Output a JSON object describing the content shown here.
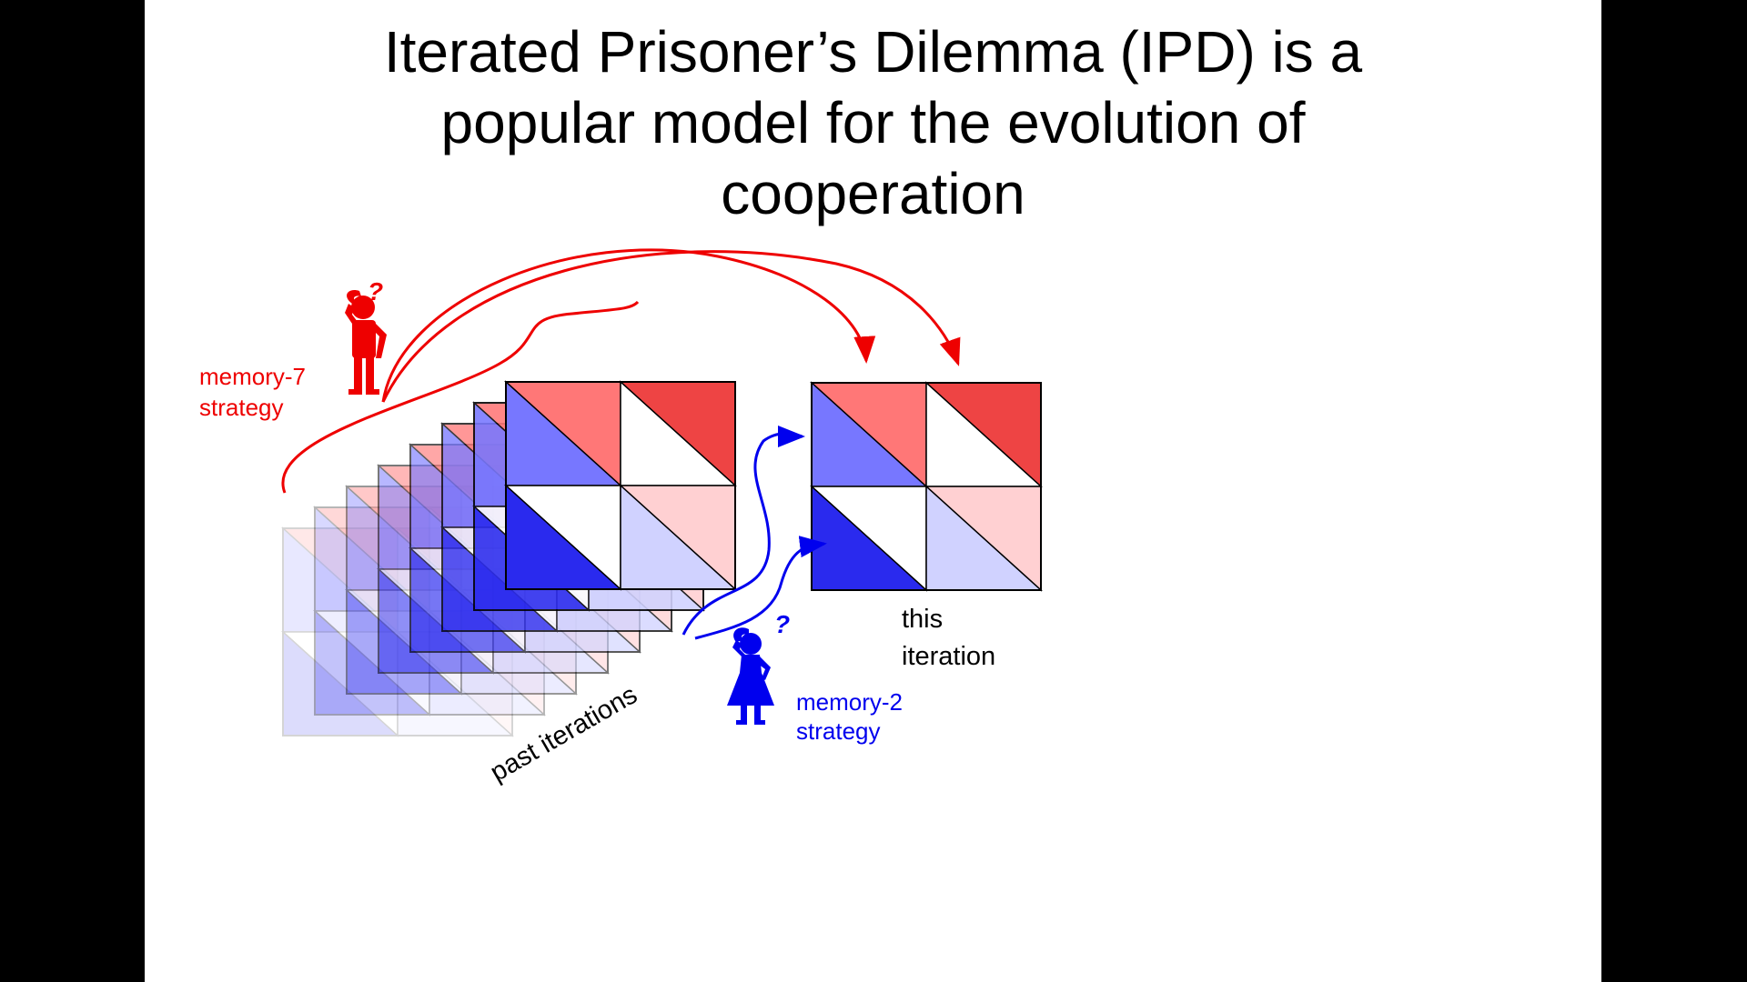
{
  "title": {
    "line1": "Iterated Prisoner’s Dilemma (IPD) is a",
    "line2": "popular model for the evolution of",
    "line3": "cooperation"
  },
  "labels": {
    "memory7_line1": "memory-7",
    "memory7_line2": "strategy",
    "memory2_line1": "memory-2",
    "memory2_line2": "strategy",
    "past_iterations": "past iterations",
    "this_iteration_line1": "this",
    "this_iteration_line2": "iteration",
    "question_mark": "?"
  },
  "colors": {
    "red_player": "#ee0000",
    "blue_player": "#0000ee",
    "red_strong": "#ee4444",
    "red_mid": "#ff7777",
    "red_light": "#ffd0d2",
    "blue_strong": "#2a2aee",
    "blue_mid": "#7777ff",
    "blue_light": "#d0d2ff",
    "white": "#ffffff",
    "outline": "#000000"
  },
  "icons": {
    "red_player": "thinking-person-icon",
    "blue_player": "thinking-woman-icon"
  }
}
